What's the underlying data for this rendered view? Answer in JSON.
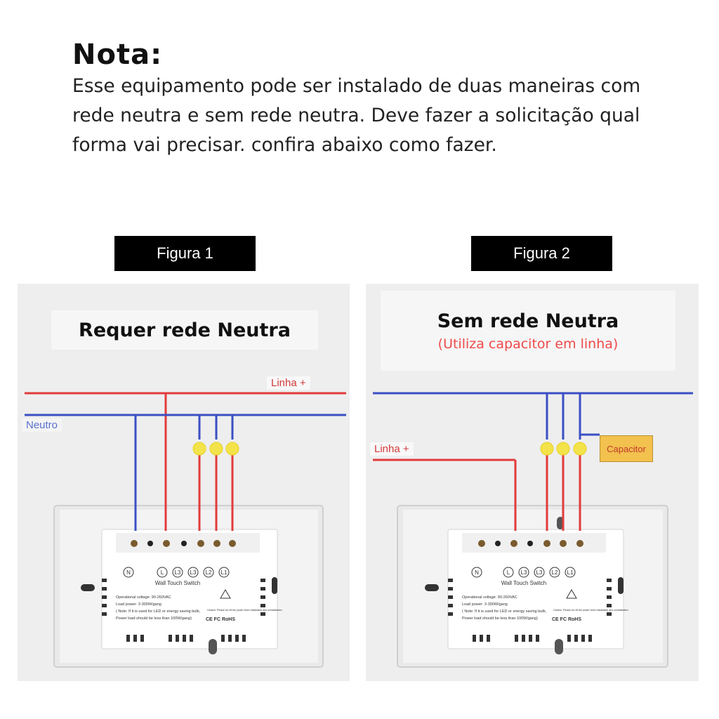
{
  "note": {
    "title": "Nota:",
    "body": "Esse equipamento pode ser instalado de duas maneiras com rede neutra e sem rede neutra. Deve fazer a solicitação qual forma vai precisar. confira abaixo como fazer."
  },
  "figures": [
    {
      "label": "Figura 1",
      "caption": "Requer rede Neutra",
      "wire_labels": {
        "line": "Linha +",
        "neutral": "Neutro"
      }
    },
    {
      "label": "Figura 2",
      "caption": "Sem rede Neutra",
      "subcaption": "(Utiliza capacitor em linha)",
      "wire_labels": {
        "line": "Linha +"
      },
      "capacitor_label": "Capacitor"
    }
  ],
  "switch_device": {
    "terminals": [
      "N",
      "L",
      "L3",
      "L3",
      "L2",
      "L1"
    ],
    "model_text": "Wall Touch Switch",
    "spec_lines": [
      "Operational voltage: 90-260VAC",
      "Load power: 3-300W/gang",
      "( Note: If it is used for LED or energy saving bulb,",
      "Power load should be less than 100W/gang)"
    ],
    "caution_text": "Caution: Please cut off the power when installation and uninstallation",
    "cert_marks": "CE FC RoHS"
  },
  "colors": {
    "line_wire": "#e23b3b",
    "neutral_wire": "#3a4fc4",
    "bulb": "#f3e34a",
    "capacitor": "#f2c14e",
    "figure_label_bg": "#000000",
    "subcaption": "#ef4a4a"
  }
}
